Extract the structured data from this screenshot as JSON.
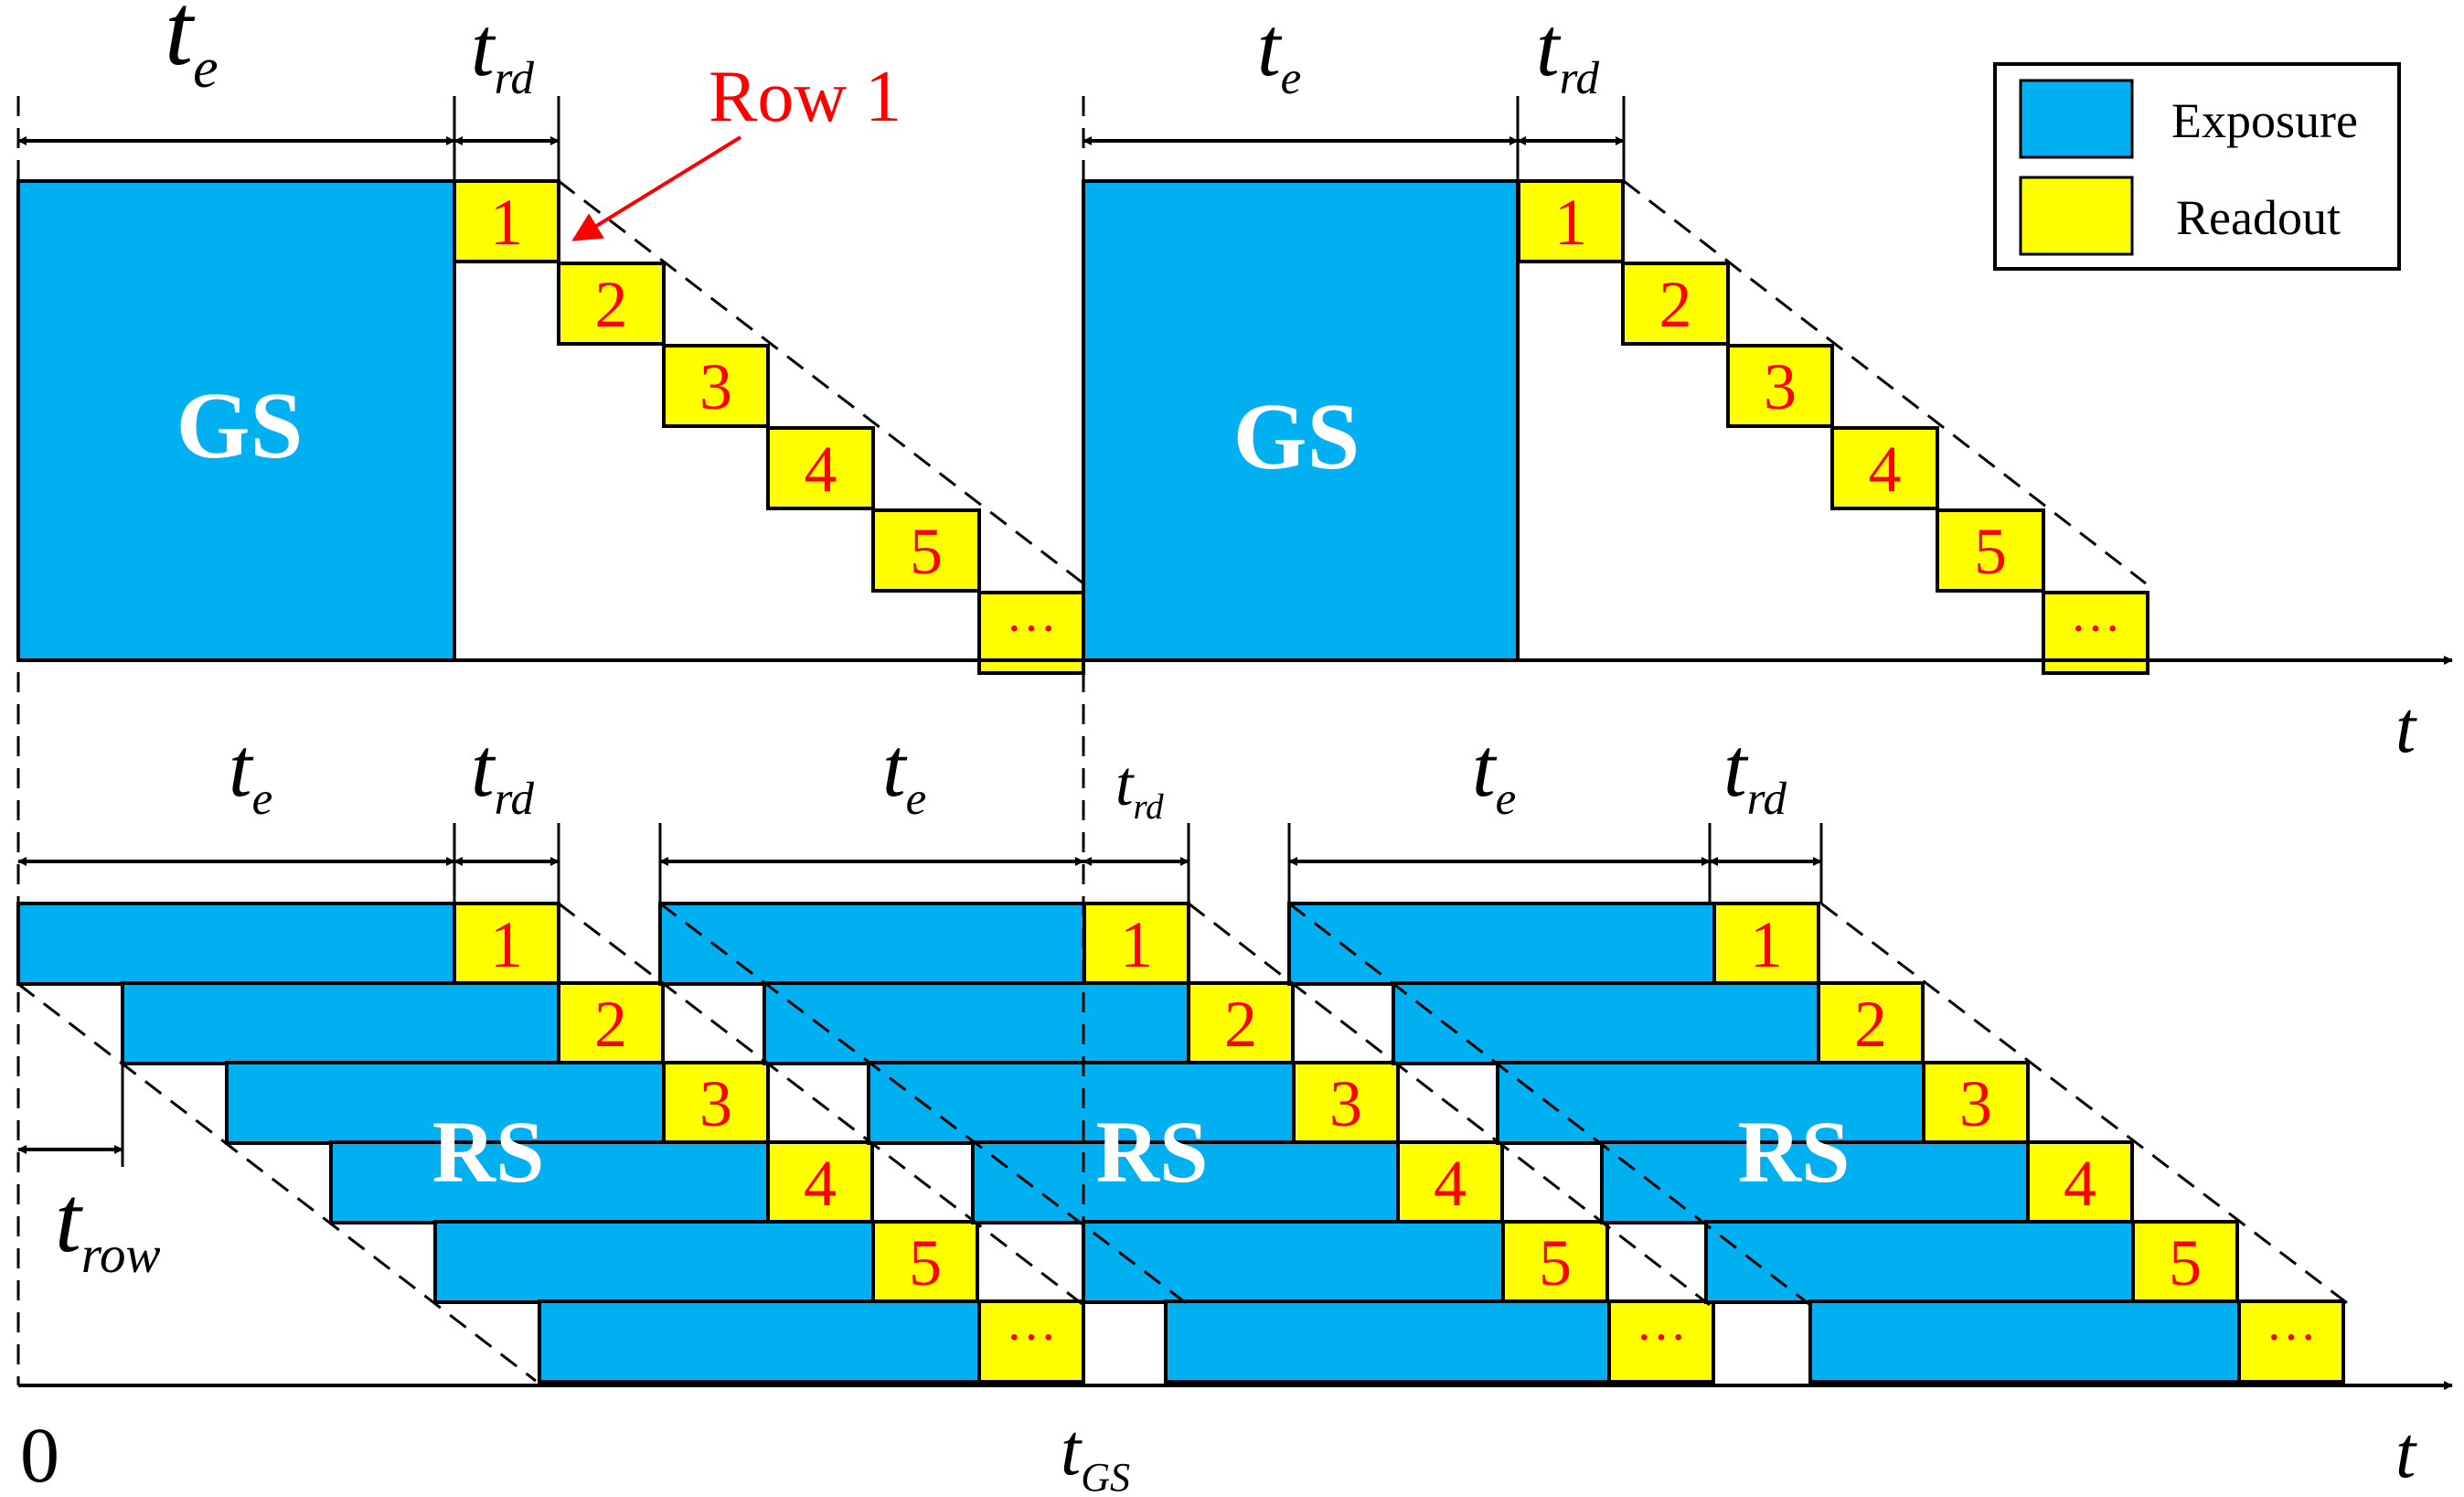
{
  "colors": {
    "exposure": "#00B0F0",
    "readout": "#FFFF00",
    "row_number": "#FF0000",
    "annotation": "#FF0000",
    "block_label": "#FFFFFF",
    "line": "#000000"
  },
  "legend": {
    "exposure_label": "Exposure",
    "readout_label": "Readout"
  },
  "symbols": {
    "t": "t",
    "sub_e": "e",
    "sub_rd": "rd",
    "sub_row": "row",
    "sub_gs": "GS"
  },
  "labels": {
    "gs": "GS",
    "rs": "RS",
    "origin": "0",
    "row1_annotation": "Row 1",
    "ellipsis": "···"
  },
  "row_numbers": [
    "1",
    "2",
    "3",
    "4",
    "5"
  ]
}
